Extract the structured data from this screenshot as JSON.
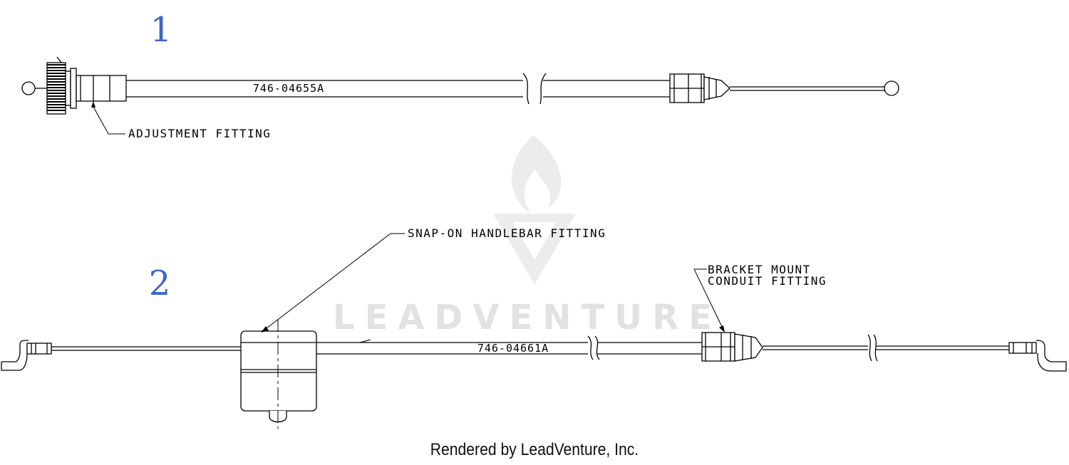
{
  "callouts": [
    {
      "number": "1",
      "part_number": "746-04655A",
      "labels": [
        "ADJUSTMENT FITTING"
      ]
    },
    {
      "number": "2",
      "part_number": "746-04661A",
      "labels": [
        "SNAP-ON HANDLEBAR FITTING",
        "BRACKET MOUNT",
        "CONDUIT FITTING"
      ]
    }
  ],
  "watermark": {
    "text": "LEADVENTURE"
  },
  "footer": {
    "text": "Rendered by LeadVenture, Inc."
  },
  "colors": {
    "callout_number": "#3a66c9",
    "line": "#000000",
    "watermark": "#e2e2e2"
  }
}
